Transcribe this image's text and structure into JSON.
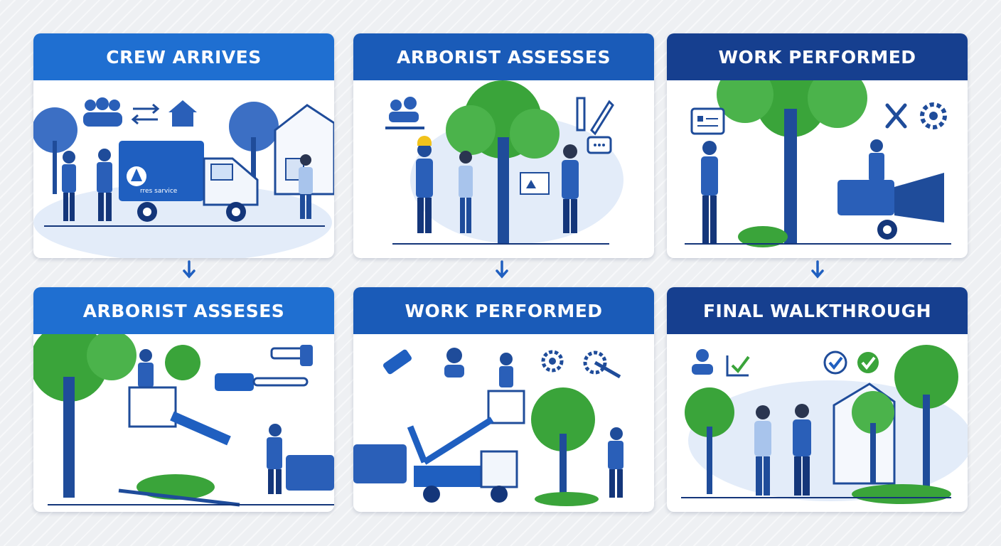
{
  "steps": [
    {
      "title": "CREW ARRIVES",
      "truck_text": "rres sarvice",
      "color": "#1f6fd1"
    },
    {
      "title": "ARBORIST ASSESSES",
      "color": "#1a5bb8"
    },
    {
      "title": "WORK PERFORMED",
      "color": "#163f8f"
    },
    {
      "title": "ARBORIST ASSESES",
      "color": "#1f6fd1"
    },
    {
      "title": "WORK PERFORMED",
      "color": "#1a5bb8"
    },
    {
      "title": "FINAL WALKTHROUGH",
      "color": "#163f8f"
    }
  ],
  "colors": {
    "primary_blue": "#1f5fc0",
    "dark_blue": "#14367a",
    "green": "#3aa43a",
    "light_blue": "#dce8f8"
  },
  "icons": [
    "people-icon",
    "arrows-icon",
    "house-icon",
    "people-chat-icon",
    "ruler-pencil-icon",
    "chat-icon",
    "document-icon",
    "tools-icon",
    "gear-icon",
    "chainsaw-icon",
    "worker-icon",
    "user-check-icon",
    "check-icon"
  ]
}
